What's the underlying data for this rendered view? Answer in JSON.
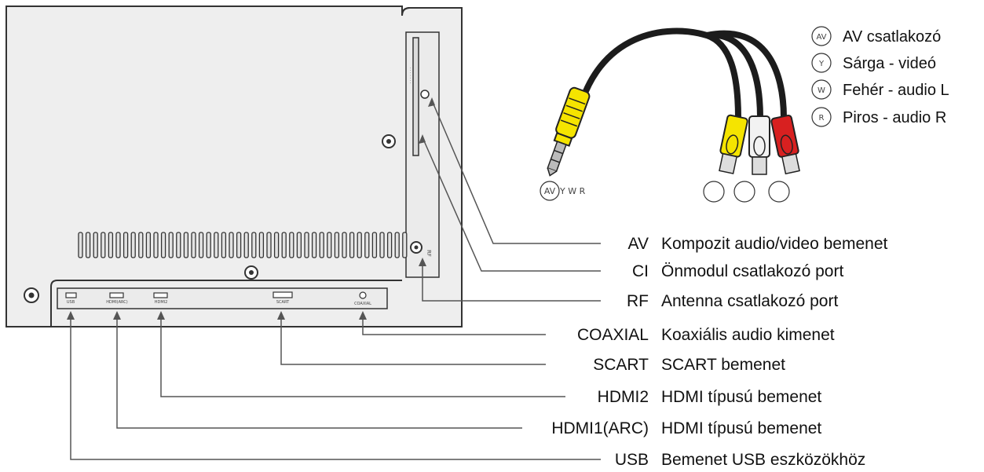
{
  "legend": [
    {
      "code": "AV",
      "text": "AV csatlakozó"
    },
    {
      "code": "Y",
      "text": "Sárga - videó"
    },
    {
      "code": "W",
      "text": "Fehér - audio L"
    },
    {
      "code": "R",
      "text": "Piros - audio R"
    }
  ],
  "plug_label": {
    "av": "AV",
    "rest": "Y W R"
  },
  "panel_ports": [
    "USB",
    "HDMI(ARC)",
    "HDMI2",
    "SCART",
    "COAXIAL"
  ],
  "side_ports": {
    "rf": "RF"
  },
  "callouts": [
    {
      "code": "AV",
      "text": "Kompozit audio/video bemenet"
    },
    {
      "code": "CI",
      "text": "Önmodul csatlakozó port"
    },
    {
      "code": "RF",
      "text": "Antenna csatlakozó port"
    },
    {
      "code": "COAXIAL",
      "text": "Koaxiális audio kimenet"
    },
    {
      "code": "SCART",
      "text": "SCART bemenet"
    },
    {
      "code": "HDMI2",
      "text": "HDMI típusú bemenet"
    },
    {
      "code": "HDMI1(ARC)",
      "text": "HDMI típusú bemenet"
    },
    {
      "code": "USB",
      "text": "Bemenet USB eszközökhöz"
    }
  ],
  "colors": {
    "yellow": "#f5e400",
    "red": "#d82020",
    "white": "#f2f2f2",
    "cable": "#1c1c1c",
    "outline": "#222222"
  }
}
